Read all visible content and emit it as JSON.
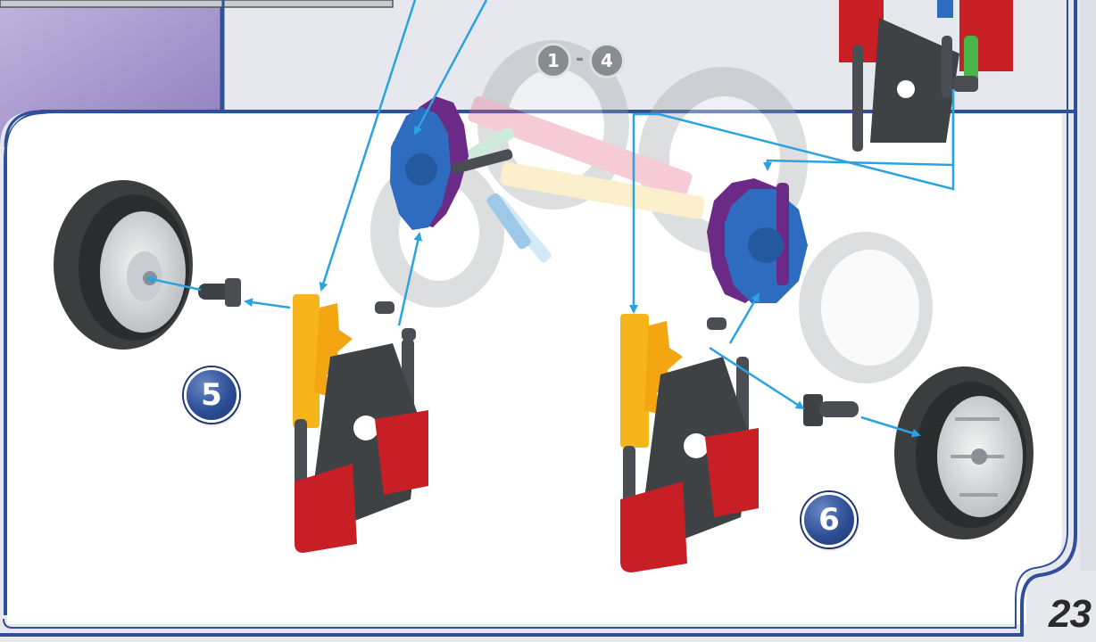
{
  "page": {
    "number": "23"
  },
  "reference_badge": {
    "start": "1",
    "separator": "-",
    "end": "4"
  },
  "steps": [
    {
      "number": "5"
    },
    {
      "number": "6"
    }
  ],
  "colors": {
    "arrow": "#2aa3e0",
    "frame": "#2f4f9a",
    "frame_corner_fill": "#9d8fc6",
    "step_badge": "#2d4f96",
    "part_yellow": "#f7b51c",
    "part_red": "#c81f26",
    "part_blue": "#2e6cc0",
    "part_purple": "#6b2a86",
    "part_gray": "#4a4e52",
    "tire": "#3b3d3f"
  }
}
